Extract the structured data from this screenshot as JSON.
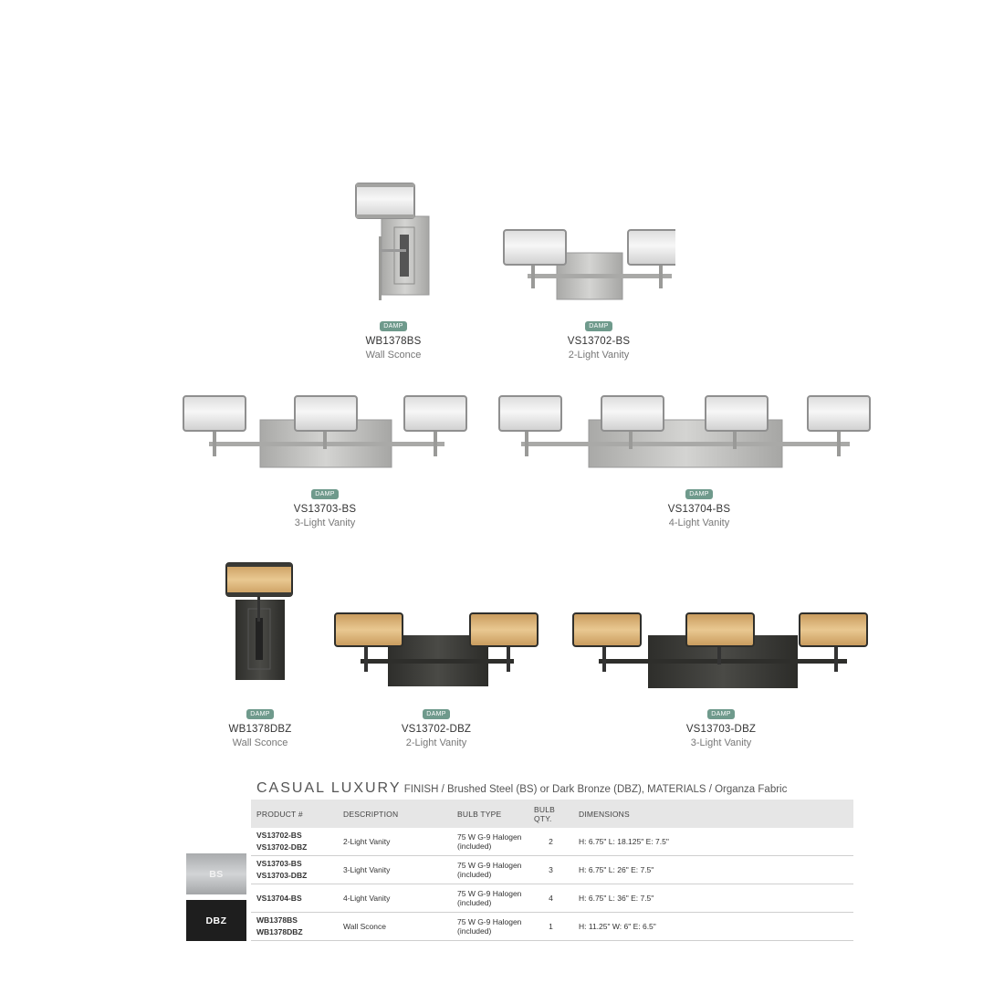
{
  "products": [
    {
      "code": "WB1378BS",
      "desc": "Wall Sconce",
      "badge": "DAMP"
    },
    {
      "code": "VS13702-BS",
      "desc": "2-Light Vanity",
      "badge": "DAMP"
    },
    {
      "code": "VS13703-BS",
      "desc": "3-Light Vanity",
      "badge": "DAMP"
    },
    {
      "code": "VS13704-BS",
      "desc": "4-Light Vanity",
      "badge": "DAMP"
    },
    {
      "code": "WB1378DBZ",
      "desc": "Wall Sconce",
      "badge": "DAMP"
    },
    {
      "code": "VS13702-DBZ",
      "desc": "2-Light Vanity",
      "badge": "DAMP"
    },
    {
      "code": "VS13703-DBZ",
      "desc": "3-Light Vanity",
      "badge": "DAMP"
    }
  ],
  "collection": {
    "name": "CASUAL LUXURY",
    "finish_text": " FINISH / Brushed Steel (BS) or Dark Bronze (DBZ), MATERIALS / Organza Fabric"
  },
  "table": {
    "headers": [
      "PRODUCT #",
      "DESCRIPTION",
      "BULB TYPE",
      "BULB QTY.",
      "DIMENSIONS"
    ],
    "rows": [
      {
        "prod1": "VS13702-BS",
        "prod2": "VS13702-DBZ",
        "desc": "2-Light Vanity",
        "bulb1": "75 W G-9 Halogen",
        "bulb2": "(included)",
        "qty": "2",
        "dims": "H: 6.75\" L: 18.125\" E: 7.5\""
      },
      {
        "prod1": "VS13703-BS",
        "prod2": "VS13703-DBZ",
        "desc": "3-Light Vanity",
        "bulb1": "75 W G-9 Halogen",
        "bulb2": "(included)",
        "qty": "3",
        "dims": "H: 6.75\" L: 26\" E: 7.5\""
      },
      {
        "prod1": "VS13704-BS",
        "prod2": "",
        "desc": "4-Light Vanity",
        "bulb1": "75 W G-9 Halogen",
        "bulb2": "(included)",
        "qty": "4",
        "dims": "H: 6.75\" L: 36\" E: 7.5\""
      },
      {
        "prod1": "WB1378BS",
        "prod2": "WB1378DBZ",
        "desc": "Wall Sconce",
        "bulb1": "75 W G-9 Halogen",
        "bulb2": "(included)",
        "qty": "1",
        "dims": "H: 11.25\" W: 6\" E: 6.5\""
      }
    ]
  },
  "swatches": [
    {
      "label": "BS",
      "color": "#b9bbbd"
    },
    {
      "label": "DBZ",
      "color": "#1e1e1e"
    }
  ],
  "colors": {
    "badge": "#6f9a8c",
    "steel": "#b8b8b6",
    "bronze": "#3a3a36",
    "amber": "#d9b47e",
    "frost": "#e9e9e9"
  }
}
